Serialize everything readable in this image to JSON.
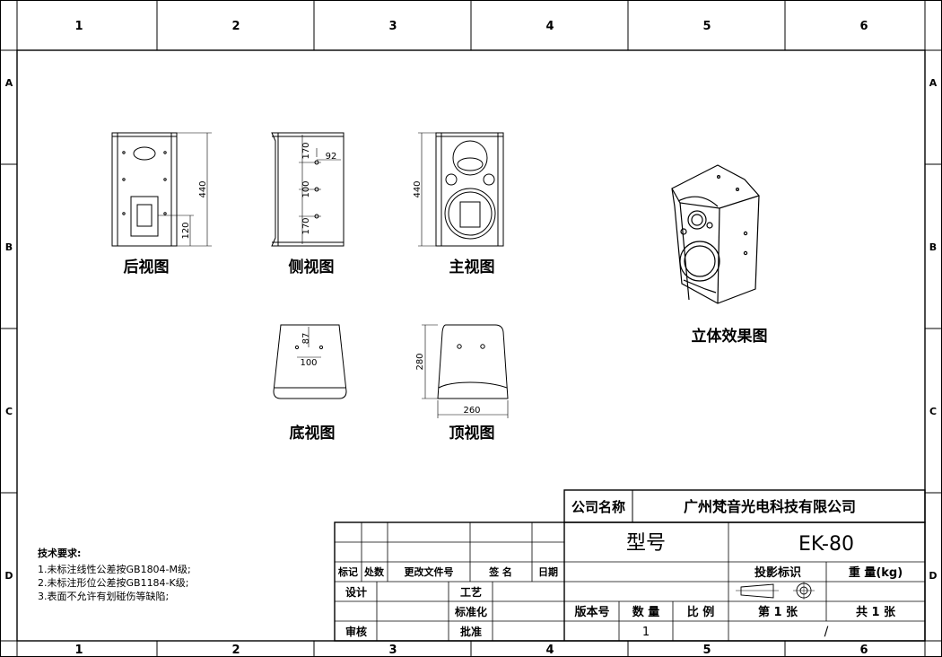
{
  "frame": {
    "col_numbers": [
      "1",
      "2",
      "3",
      "4",
      "5",
      "6"
    ],
    "row_letters": [
      "A",
      "B",
      "C",
      "D"
    ]
  },
  "views": {
    "rear": "后视图",
    "side": "侧视图",
    "front": "主视图",
    "bottom": "底视图",
    "top": "顶视图",
    "iso": "立体效果图"
  },
  "dimensions": {
    "rear_height": "440",
    "rear_port": "120",
    "side_top": "170",
    "side_mid": "100",
    "side_bot": "170",
    "side_offset": "92",
    "front_height": "440",
    "bottom_depth": "87",
    "bottom_width": "100",
    "top_depth": "280",
    "top_width": "260"
  },
  "notes": {
    "title": "技术要求:",
    "items": [
      "1.未标注线性公差按GB1804-M级;",
      "2.未标注形位公差按GB1184-K级;",
      "3.表面不允许有划碰伤等缺陷;"
    ]
  },
  "title_block": {
    "company_label": "公司名称",
    "company_name": "广州梵音光电科技有限公司",
    "model_label": "型号",
    "model_value": "EK-80",
    "rev_headers": [
      "标记",
      "处数",
      "更改文件号",
      "签 名",
      "日期"
    ],
    "design": "设计",
    "craft": "工艺",
    "standard": "标准化",
    "review": "审核",
    "approve": "批准",
    "projection": "投影标识",
    "weight": "重  量(kg)",
    "version": "版本号",
    "quantity": "数 量",
    "scale": "比 例",
    "sheet": "第  1  张",
    "total": "共  1  张",
    "quantity_value": "1",
    "scale_value": "/"
  }
}
